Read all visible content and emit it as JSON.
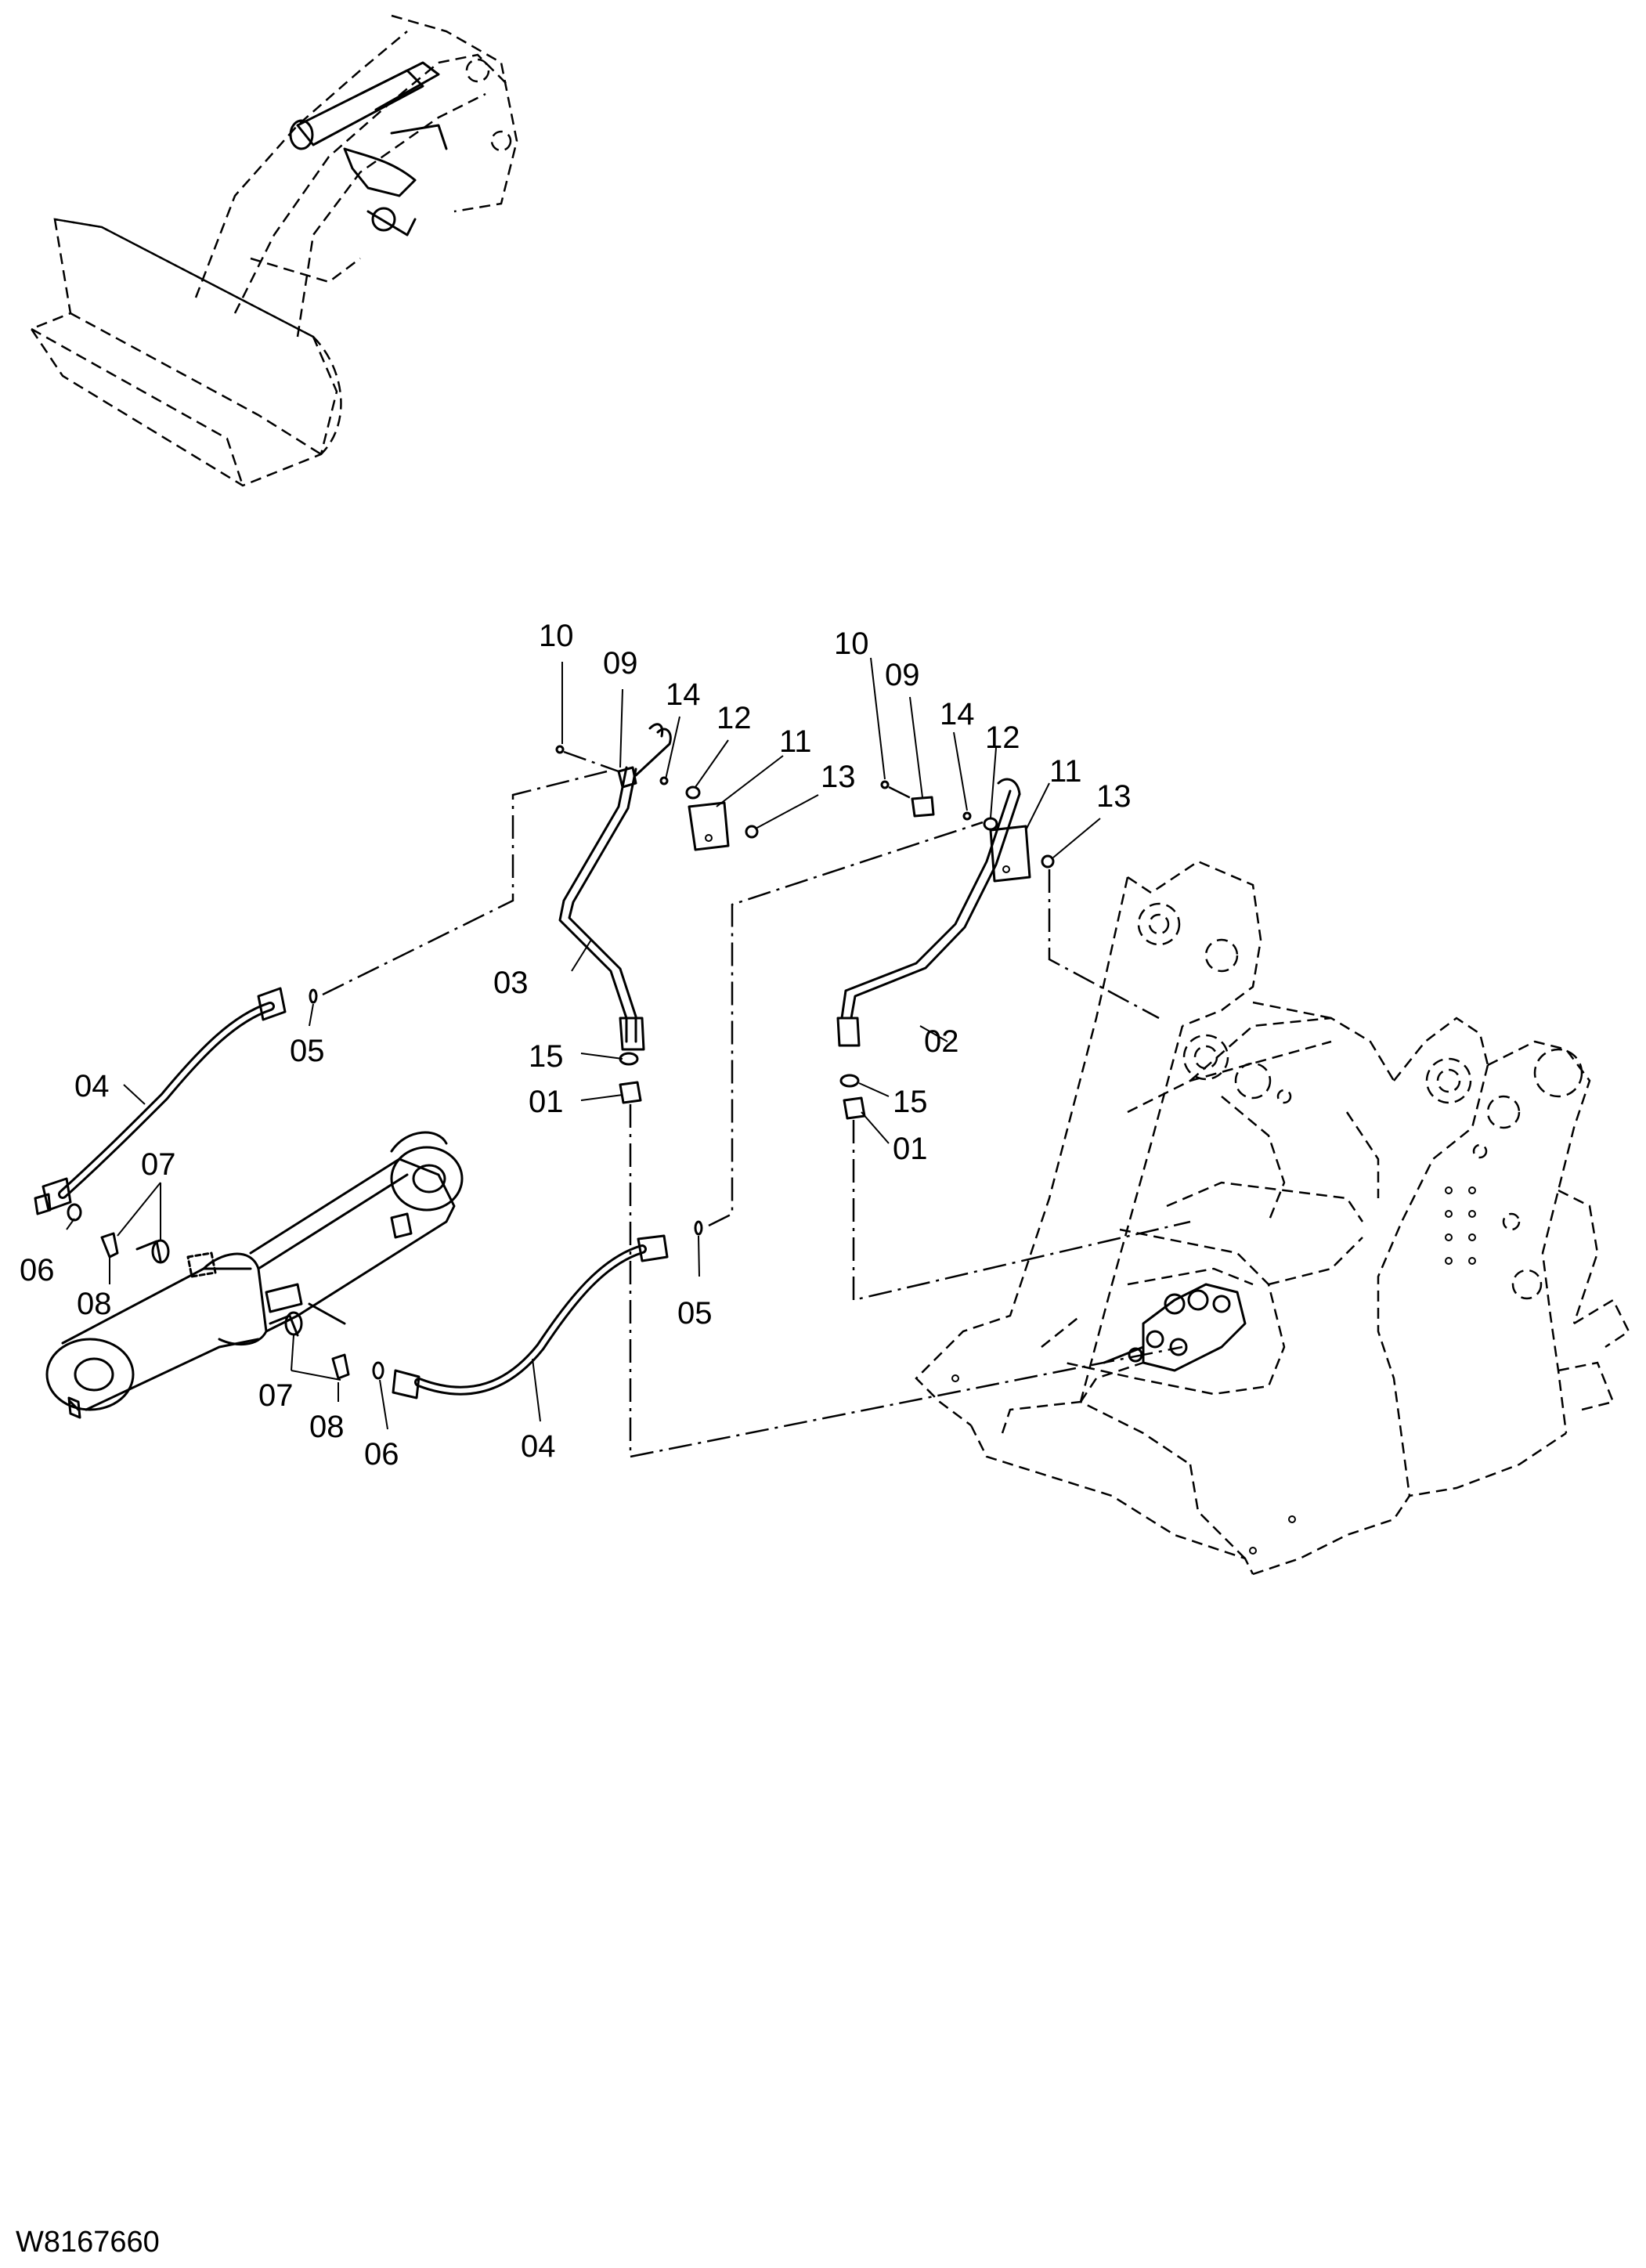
{
  "drawing": {
    "reference_number": "W8167660"
  },
  "callouts": [
    {
      "id": "c-10-left",
      "text": "10"
    },
    {
      "id": "c-09-left",
      "text": "09"
    },
    {
      "id": "c-14-left",
      "text": "14"
    },
    {
      "id": "c-12-left",
      "text": "12"
    },
    {
      "id": "c-11-left",
      "text": "11"
    },
    {
      "id": "c-13-left",
      "text": "13"
    },
    {
      "id": "c-03",
      "text": "03"
    },
    {
      "id": "c-15-left",
      "text": "15"
    },
    {
      "id": "c-01-left",
      "text": "01"
    },
    {
      "id": "c-05-upper",
      "text": "05"
    },
    {
      "id": "c-04-upper",
      "text": "04"
    },
    {
      "id": "c-07-upper",
      "text": "07"
    },
    {
      "id": "c-06-left",
      "text": "06"
    },
    {
      "id": "c-08-upper",
      "text": "08"
    },
    {
      "id": "c-07-lower",
      "text": "07"
    },
    {
      "id": "c-08-lower",
      "text": "08"
    },
    {
      "id": "c-06-lower",
      "text": "06"
    },
    {
      "id": "c-04-lower",
      "text": "04"
    },
    {
      "id": "c-05-lower",
      "text": "05"
    },
    {
      "id": "c-10-right",
      "text": "10"
    },
    {
      "id": "c-09-right",
      "text": "09"
    },
    {
      "id": "c-14-right",
      "text": "14"
    },
    {
      "id": "c-12-right",
      "text": "12"
    },
    {
      "id": "c-11-right",
      "text": "11"
    },
    {
      "id": "c-13-right",
      "text": "13"
    },
    {
      "id": "c-02",
      "text": "02"
    },
    {
      "id": "c-15-right",
      "text": "15"
    },
    {
      "id": "c-01-right",
      "text": "01"
    }
  ]
}
